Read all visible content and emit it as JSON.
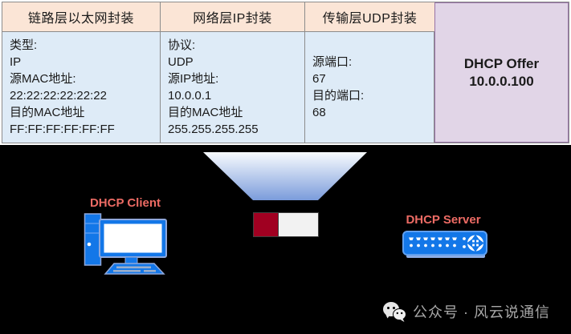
{
  "table": {
    "columns": [
      {
        "header": "链路层以太网封装",
        "lines": [
          "类型:",
          "IP",
          "源MAC地址:",
          "22:22:22:22:22:22",
          "目的MAC地址",
          "FF:FF:FF:FF:FF:FF"
        ]
      },
      {
        "header": "网络层IP封装",
        "lines": [
          "协议:",
          "UDP",
          "源IP地址:",
          "10.0.0.1",
          "目的MAC地址",
          "255.255.255.255"
        ]
      },
      {
        "header": "传输层UDP封装",
        "lines": [
          "源端口:",
          "67",
          "目的端口:",
          "68"
        ]
      }
    ],
    "payload": {
      "title": "DHCP Offer",
      "address": "10.0.0.100"
    }
  },
  "nodes": {
    "client_label": "DHCP Client",
    "server_label": "DHCP Server"
  },
  "footer": {
    "watermark": "公众号 · 风云说通信"
  },
  "colors": {
    "header_bg": "#FBE5D6",
    "body_bg": "#DEEBF7",
    "payload_bg": "#E1D5E7",
    "payload_border": "#9673A6",
    "packet_red": "#A00021",
    "packet_white": "#F2F2F2",
    "node_label_red": "#ED6B64",
    "device_blue": "#1377E8",
    "scene_bg": "#000000"
  }
}
